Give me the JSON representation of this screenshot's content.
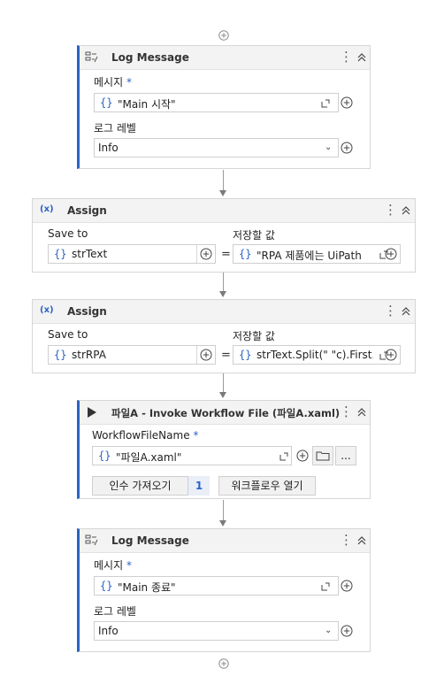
{
  "log_message_1": {
    "title": "Log Message",
    "message_label": "메시지",
    "required_mark": "*",
    "message_value": "\"Main 시작\"",
    "level_label": "로그 레벨",
    "level_value": "Info"
  },
  "assign_1": {
    "title": "Assign",
    "save_to_label": "Save to",
    "value_label": "저장할 값",
    "save_to_value": "strText",
    "value_value": "\"RPA 제품에는 UiPath",
    "equals": "="
  },
  "assign_2": {
    "title": "Assign",
    "save_to_label": "Save to",
    "value_label": "저장할 값",
    "save_to_value": "strRPA",
    "value_value": "strText.Split(\" \"c).First.",
    "equals": "="
  },
  "invoke_workflow": {
    "title": "파일A - Invoke Workflow File (파일A.xaml)",
    "file_label": "WorkflowFileName",
    "required_mark": "*",
    "file_value": "\"파일A.xaml\"",
    "more_label": "...",
    "import_args_label": "인수 가져오기",
    "args_count": "1",
    "open_workflow_label": "워크플로우 열기"
  },
  "log_message_2": {
    "title": "Log Message",
    "message_label": "메시지",
    "required_mark": "*",
    "message_value": "\"Main 종료\"",
    "level_label": "로그 레벨",
    "level_value": "Info"
  },
  "icons": {
    "code": "{}",
    "kebab": "⋮",
    "caret": "⌄"
  },
  "colors": {
    "accent": "#2b63c6",
    "border": "#d6d6d6",
    "header_bg": "#f3f3f3"
  }
}
